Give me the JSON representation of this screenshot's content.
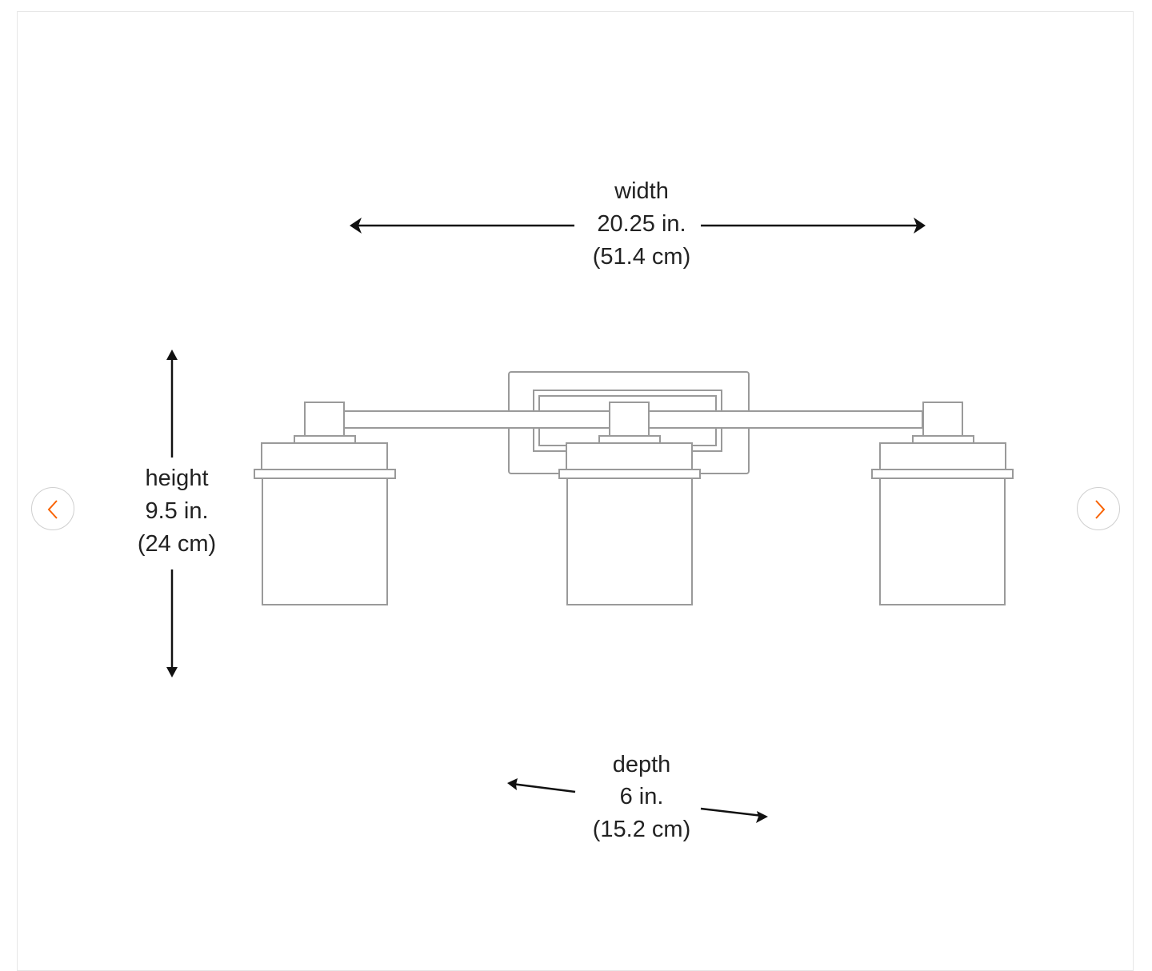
{
  "diagram": {
    "width": {
      "label": "width",
      "inches": "20.25 in.",
      "cm": "(51.4 cm)"
    },
    "height": {
      "label": "height",
      "inches": "9.5 in.",
      "cm": "(24 cm)"
    },
    "depth": {
      "label": "depth",
      "inches": "6 in.",
      "cm": "(15.2 cm)"
    }
  },
  "nav": {
    "prev_icon": "chevron-left-icon",
    "next_icon": "chevron-right-icon",
    "accent": "#f96302"
  }
}
